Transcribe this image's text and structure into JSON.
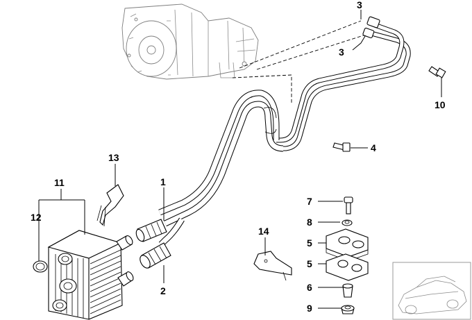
{
  "callouts": [
    {
      "id": "c3a",
      "text": "3"
    },
    {
      "id": "c3b",
      "text": "3"
    },
    {
      "id": "c10",
      "text": "10"
    },
    {
      "id": "c4",
      "text": "4"
    },
    {
      "id": "c13",
      "text": "13"
    },
    {
      "id": "c11",
      "text": "11"
    },
    {
      "id": "c1",
      "text": "1"
    },
    {
      "id": "c12",
      "text": "12"
    },
    {
      "id": "c2",
      "text": "2"
    },
    {
      "id": "c7",
      "text": "7"
    },
    {
      "id": "c8",
      "text": "8"
    },
    {
      "id": "c14",
      "text": "14"
    },
    {
      "id": "c5a",
      "text": "5"
    },
    {
      "id": "c5b",
      "text": "5"
    },
    {
      "id": "c6",
      "text": "6"
    },
    {
      "id": "c9",
      "text": "9"
    }
  ],
  "colors": {
    "line": "#000000",
    "ghost": "#7d7d7d",
    "background": "#ffffff"
  }
}
